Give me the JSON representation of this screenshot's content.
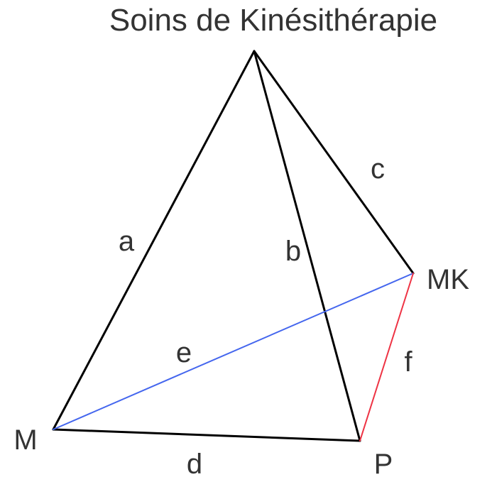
{
  "title": "Soins de Kinésithérapie",
  "colors": {
    "default": "#000000",
    "text": "#333333",
    "blue": "#4466ee",
    "red": "#ee3344"
  },
  "vertices": {
    "top": {
      "label": ""
    },
    "M": {
      "label": "M"
    },
    "P": {
      "label": "P"
    },
    "MK": {
      "label": "MK"
    }
  },
  "edges": {
    "a": {
      "label": "a",
      "from": "top",
      "to": "M",
      "color": "default"
    },
    "b": {
      "label": "b",
      "from": "top",
      "to": "P",
      "color": "default"
    },
    "c": {
      "label": "c",
      "from": "top",
      "to": "MK",
      "color": "default"
    },
    "d": {
      "label": "d",
      "from": "M",
      "to": "P",
      "color": "default"
    },
    "e": {
      "label": "e",
      "from": "M",
      "to": "MK",
      "color": "blue"
    },
    "f": {
      "label": "f",
      "from": "P",
      "to": "MK",
      "color": "red"
    }
  }
}
